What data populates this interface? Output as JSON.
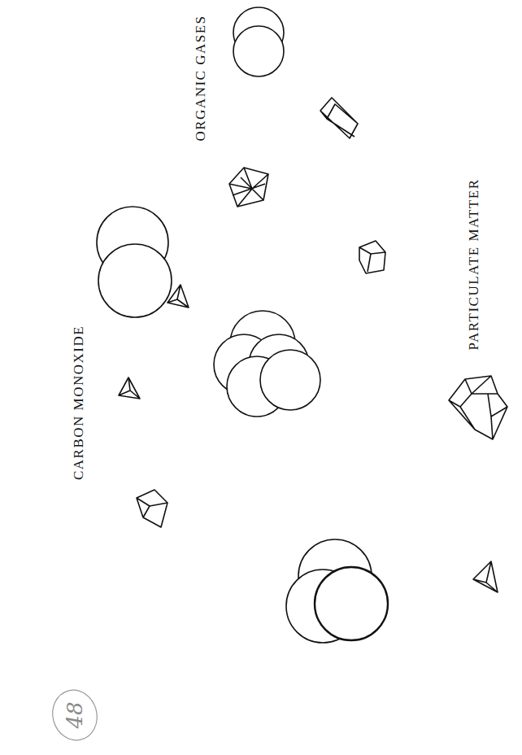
{
  "diagram": {
    "labels": [
      "CARBON MONOXIDE",
      "ORGANIC GASES",
      "PARTICULATE MATTER",
      "48"
    ]
  }
}
